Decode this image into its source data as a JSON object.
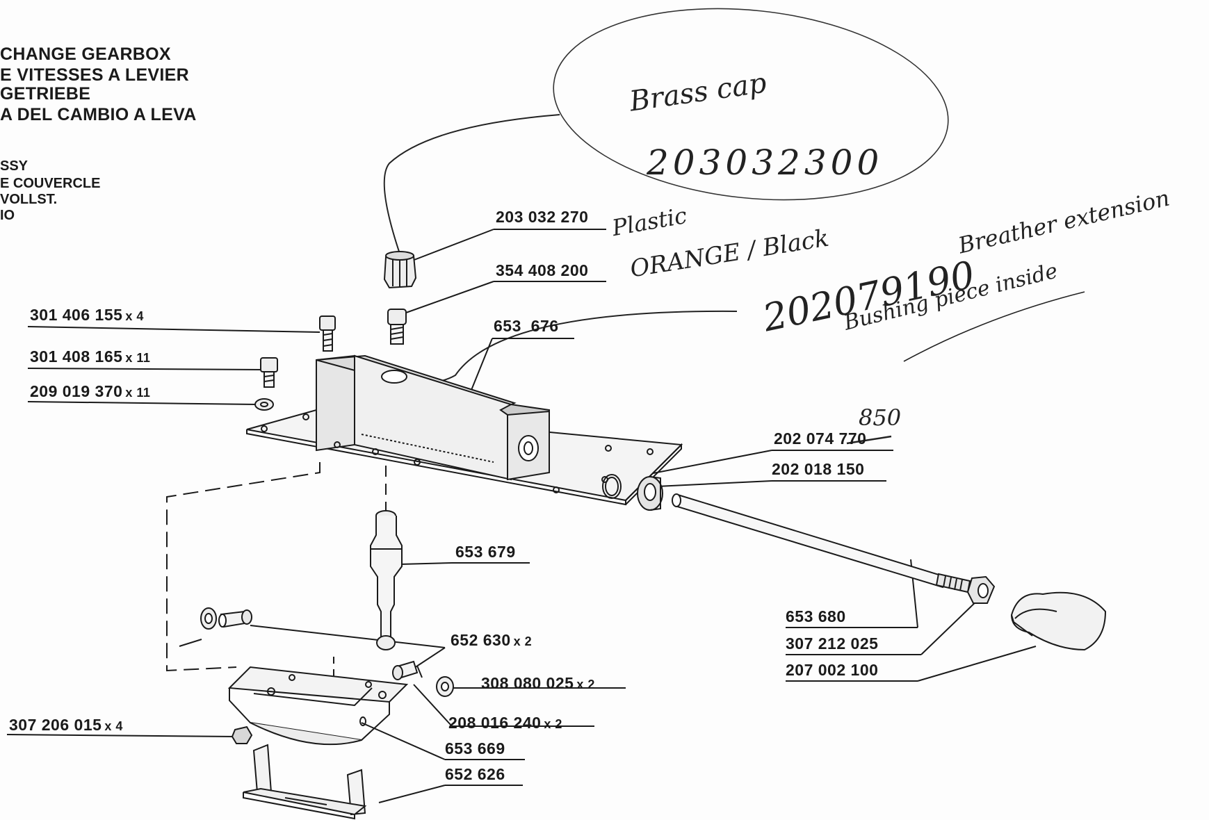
{
  "header": {
    "title_lines": [
      "CHANGE GEARBOX",
      "E VITESSES A LEVIER",
      "GETRIEBE",
      "A DEL CAMBIO A LEVA"
    ],
    "sub_lines": [
      "SSY",
      "E COUVERCLE",
      "VOLLST.",
      "IO"
    ]
  },
  "parts": [
    {
      "id": "p_203032270",
      "number": "203 032 270",
      "qty": ""
    },
    {
      "id": "p_354408200",
      "number": "354 408 200",
      "qty": ""
    },
    {
      "id": "p_301406155",
      "number": "301 406 155",
      "qty": "x 4"
    },
    {
      "id": "p_653676",
      "number": "653  676",
      "qty": ""
    },
    {
      "id": "p_301408165",
      "number": "301 408 165",
      "qty": "x 11"
    },
    {
      "id": "p_209019370",
      "number": "209 019 370",
      "qty": "x 11"
    },
    {
      "id": "p_202074",
      "number": "202 074",
      "qty": ""
    },
    {
      "id": "p_202018150",
      "number": "202 018 150",
      "qty": ""
    },
    {
      "id": "p_653679",
      "number": "653 679",
      "qty": ""
    },
    {
      "id": "p_653680",
      "number": "653 680",
      "qty": ""
    },
    {
      "id": "p_307212025",
      "number": "307 212 025",
      "qty": ""
    },
    {
      "id": "p_207002100",
      "number": "207 002 100",
      "qty": ""
    },
    {
      "id": "p_652630",
      "number": "652 630",
      "qty": "x 2"
    },
    {
      "id": "p_308080025",
      "number": "308 080 025",
      "qty": "x 2"
    },
    {
      "id": "p_208016240",
      "number": "208 016 240",
      "qty": "x 2"
    },
    {
      "id": "p_307206015",
      "number": "307 206 015",
      "qty": "x 4"
    },
    {
      "id": "p_653669",
      "number": "653 669",
      "qty": ""
    },
    {
      "id": "p_652626",
      "number": "652 626",
      "qty": ""
    }
  ],
  "handwriting": {
    "circle_top": "Brass cap",
    "circle_number": "203032300",
    "plastic_line1": "Plastic",
    "plastic_line2": "ORANGE / Black",
    "breather_number": "202079190",
    "breather_text": "Breather extension",
    "bushing_text": "Bushing piece inside",
    "old_suffix": "770",
    "new_suffix": "850"
  },
  "colors": {
    "ink": "#1a1a1a",
    "paper": "#fdfdfd",
    "pen": "#222222"
  }
}
